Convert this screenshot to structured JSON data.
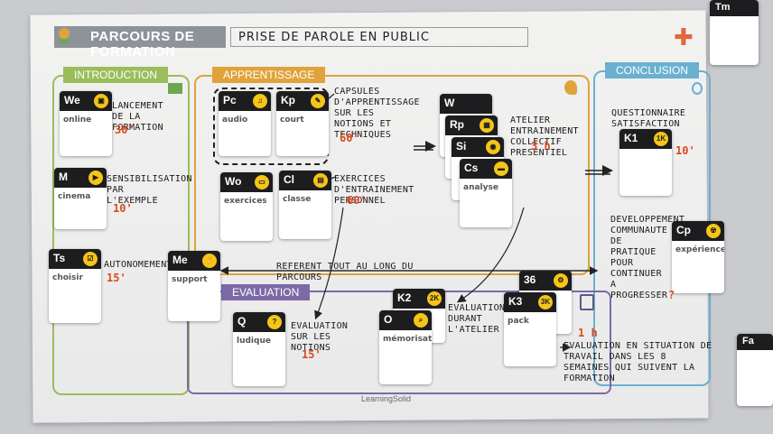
{
  "header": {
    "title": "PARCOURS DE FORMATION",
    "subtitle": "PRISE DE PAROLE EN PUBLIC"
  },
  "sections": {
    "intro": {
      "title": "INTRODUCTION",
      "color": "#9bbd5a"
    },
    "apprentissage": {
      "title": "APPRENTISSAGE",
      "color": "#e0a33b"
    },
    "conclusion": {
      "title": "CONCLUSION",
      "color": "#6ab1d0"
    },
    "evaluation": {
      "title": "EVALUATION",
      "color": "#7c6aa6"
    }
  },
  "cards": {
    "we": "We",
    "m": "M",
    "ts": "Ts",
    "me": "Me",
    "pc": "Pc",
    "kp": "Kp",
    "wo": "Wo",
    "cl": "Cl",
    "w": "W",
    "rp": "Rp",
    "si": "Si",
    "cs": "Cs",
    "q": "Q",
    "o": "O",
    "k2": "K2",
    "k3": "K3",
    "n36": "36",
    "k1": "K1",
    "cp": "Cp"
  },
  "badges": {
    "k2": "2K",
    "k3": "3K",
    "k1": "1K"
  },
  "card_words": {
    "we": "online",
    "m": "cinema",
    "ts": "choisir",
    "me": "support",
    "pc": "audio",
    "kp": "court",
    "wo": "exercices",
    "cl": "classe",
    "cs": "analyse",
    "q": "ludique",
    "o": "mémorisation",
    "k3": "pack",
    "cp": "expériences"
  },
  "notes": {
    "lancement": "LANCEMENT DE LA FORMATION",
    "lancement_dur": "30'",
    "sensib": "SENSIBILISATION PAR L'EXEMPLE",
    "sensib_dur": "10'",
    "autonom": "AUTONOMEMENT",
    "autonom_dur": "15'",
    "capsules": "CAPSULES D'APPRENTISSAGE SUR LES NOTIONS ET TECHNIQUES",
    "capsules_dur": "60'",
    "exercices": "EXERCICES D'ENTRAINEMENT PERSONNEL",
    "exercices_dur": "60'",
    "atelier": "ATELIER ENTRAINEMENT COLLECTIF PRESENTIEL",
    "atelier_dur": "3 h",
    "referent": "REFERENT TOUT AU LONG DU PARCOURS",
    "eval_notions": "EVALUATION SUR LES NOTIONS",
    "eval_notions_dur": "15'",
    "eval_atelier": "EVALUATION DURANT L'ATELIER",
    "eval_travail": "EVALUATION EN SITUATION DE TRAVAIL DANS LES 8 SEMAINES QUI SUIVENT LA FORMATION",
    "eval_travail_dur": "1 h",
    "questionnaire": "QUESTIONNAIRE SATISFACTION",
    "questionnaire_dur": "10'",
    "communaute": "DEVELOPPEMENT COMMUNAUTE DE PRATIQUE POUR CONTINUER A PROGRESSER",
    "communaute_dur": "?"
  },
  "footer": "LearningSolid",
  "decks": {
    "tm": "Tm",
    "fa": "Fa"
  }
}
